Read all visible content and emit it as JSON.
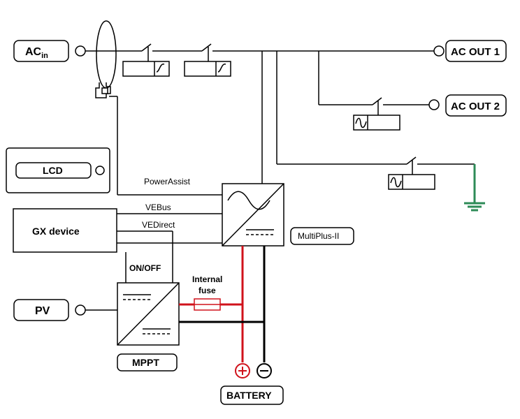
{
  "labels": {
    "ac_in_main": "AC",
    "ac_in_sub": "in",
    "ac_out_1": "AC OUT 1",
    "ac_out_2": "AC OUT 2",
    "lcd": "LCD",
    "power_assist": "PowerAssist",
    "vebus": "VEBus",
    "vedirect": "VEDirect",
    "gx_device": "GX device",
    "multiplus": "MultiPlus-II",
    "on_off": "ON/OFF",
    "internal": "Internal",
    "fuse": "fuse",
    "pv": "PV",
    "mppt": "MPPT",
    "battery": "BATTERY"
  },
  "colors": {
    "positive": "#d0121b",
    "ground": "#2e8b57",
    "line": "#000000"
  }
}
